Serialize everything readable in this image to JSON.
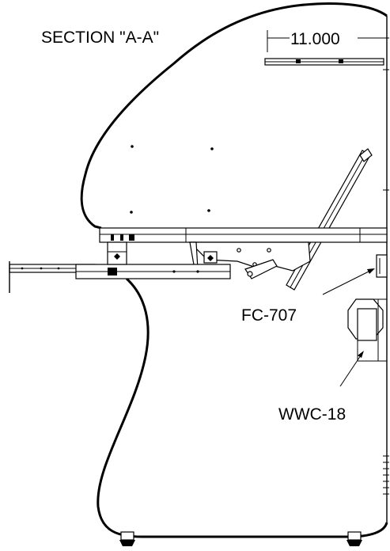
{
  "drawing": {
    "section_title": "SECTION \"A-A\"",
    "dimension_label": "11.000",
    "callouts": {
      "fc": "FC-707",
      "wwc": "WWC-18"
    }
  },
  "colors": {
    "ink": "#000000",
    "paper": "#ffffff"
  }
}
